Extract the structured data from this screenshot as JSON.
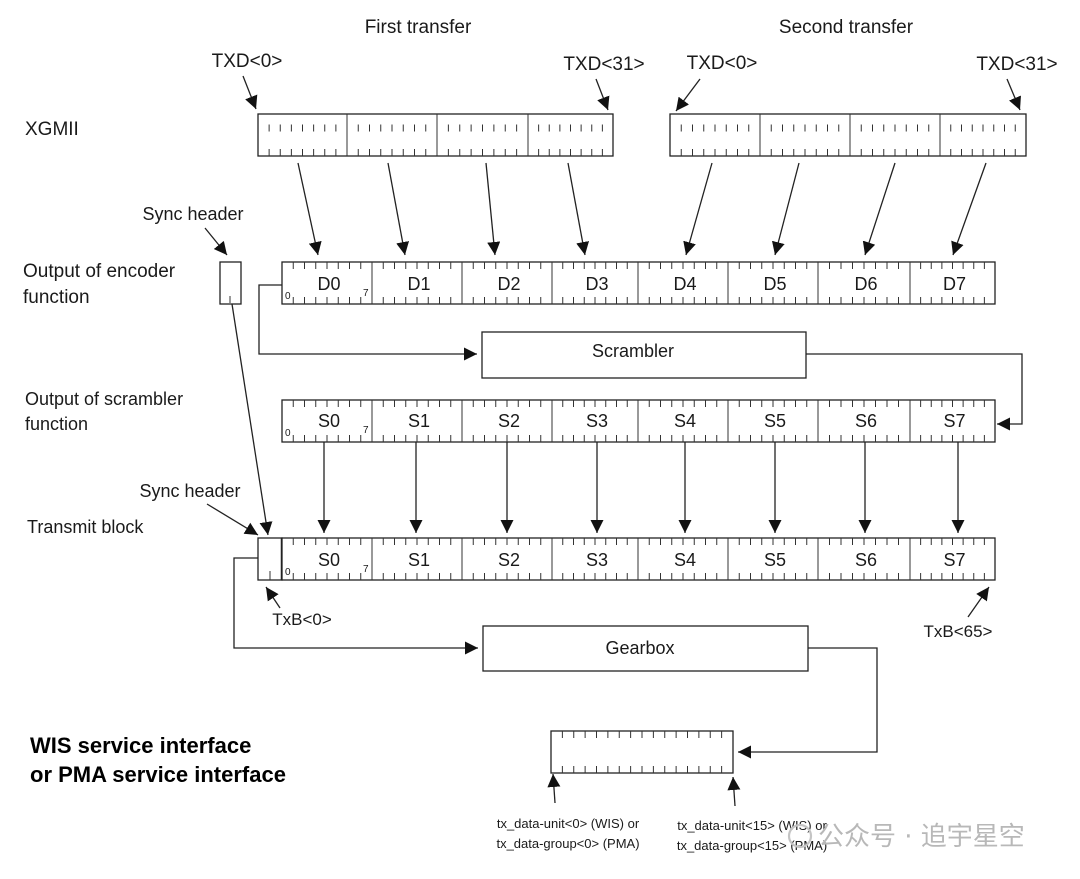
{
  "titles": {
    "first_transfer": "First transfer",
    "second_transfer": "Second transfer"
  },
  "txd": {
    "first_start": "TXD<0>",
    "first_end": "TXD<31>",
    "second_start": "TXD<0>",
    "second_end": "TXD<31>"
  },
  "rows": {
    "xgmii": "XGMII",
    "encoder_line1": "Output of encoder",
    "encoder_line2": "function",
    "scrambler_out_line1": "Output of scrambler",
    "scrambler_out_line2": "function",
    "transmit_block": "Transmit block"
  },
  "sync_header_1": "Sync header",
  "sync_header_2": "Sync header",
  "encoder_cells": [
    "D0",
    "D1",
    "D2",
    "D3",
    "D4",
    "D5",
    "D6",
    "D7"
  ],
  "scrambler_cells": [
    "S0",
    "S1",
    "S2",
    "S3",
    "S4",
    "S5",
    "S6",
    "S7"
  ],
  "transmit_cells": [
    "S0",
    "S1",
    "S2",
    "S3",
    "S4",
    "S5",
    "S6",
    "S7"
  ],
  "bit_start": "0",
  "bit_end": "7",
  "scrambler": "Scrambler",
  "gearbox": "Gearbox",
  "txb_start": "TxB<0>",
  "txb_end": "TxB<65>",
  "interface_line1": "WIS service interface",
  "interface_line2": "or PMA service interface",
  "tx_unit0_line1": "tx_data-unit<0> (WIS) or",
  "tx_unit0_line2": "tx_data-group<0> (PMA)",
  "tx_unit15_line1": "tx_data-unit<15> (WIS) or",
  "tx_unit15_line2": "tx_data-group<15> (PMA)",
  "watermark": "公众号 · 追宇星空",
  "colors": {
    "ink": "#222222",
    "watermark": "#b8b8b8"
  }
}
